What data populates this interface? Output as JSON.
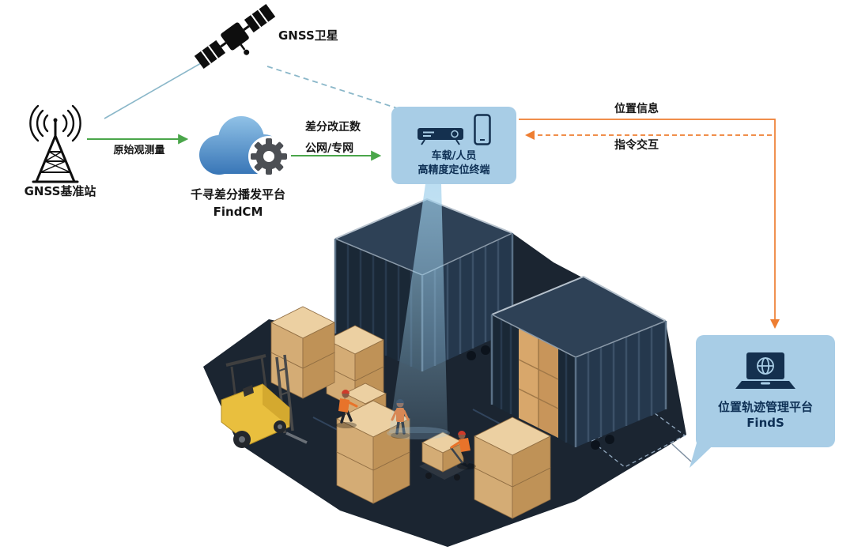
{
  "colors": {
    "green_arrow": "#4aa64a",
    "orange_arrow": "#ee7e32",
    "teal_link": "#8ab7c9",
    "panel_bg": "#a8cde6",
    "panel_text": "#0e3055",
    "cloud_blue": "#2f6eb2",
    "ground_navy": "#1b2531",
    "box_tan": "#d4ac75"
  },
  "satellite": {
    "label": "GNSS卫星"
  },
  "base_station": {
    "label": "GNSS基准站"
  },
  "links": {
    "raw_observation": "原始观测量",
    "correction_line1": "差分改正数",
    "correction_line2": "公网/专网",
    "position_info": "位置信息",
    "command_exchange": "指令交互"
  },
  "cloud_platform": {
    "name": "千寻差分播发平台",
    "product": "FindCM"
  },
  "terminal": {
    "line1": "车载/人员",
    "line2": "高精度定位终端"
  },
  "management_platform": {
    "name": "位置轨迹管理平台",
    "product": "FindS"
  },
  "icons": {
    "satellite": "gnss-satellite-with-solar-panels",
    "base_station": "antenna-tower-with-signal-arcs",
    "cloud": "cloud-with-gear",
    "receiver": "vehicle-receiver-unit",
    "smartphone": "smartphone-outline",
    "laptop_globe": "laptop-with-globe",
    "warehouse": "isometric-container-yard-illustration"
  }
}
